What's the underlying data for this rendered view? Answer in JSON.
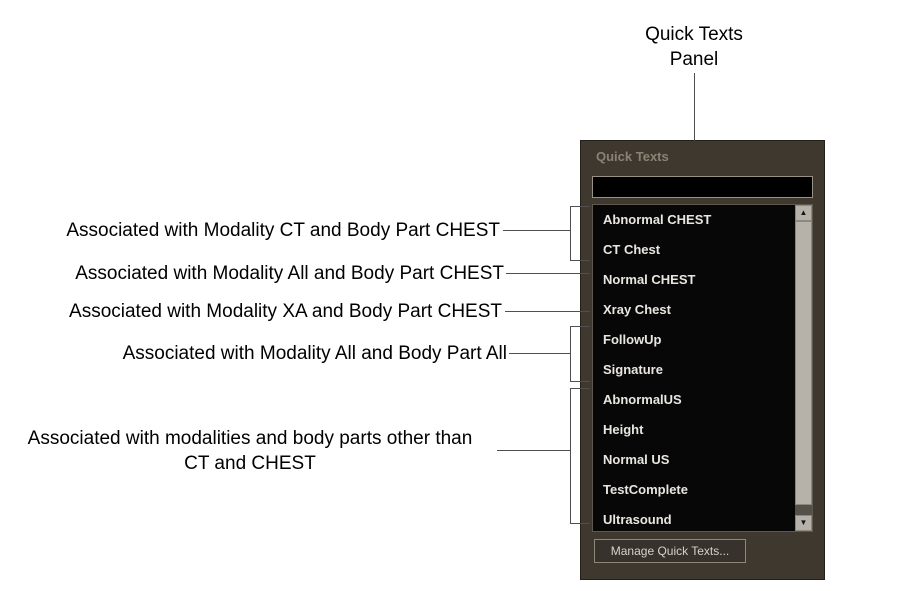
{
  "figure": {
    "pointer_label": {
      "line1": "Quick Texts",
      "line2": "Panel"
    },
    "callouts": [
      {
        "text": "Associated with Modality CT and Body Part CHEST"
      },
      {
        "text": "Associated with Modality All and Body Part CHEST"
      },
      {
        "text": "Associated with Modality XA and Body Part CHEST"
      },
      {
        "text": "Associated with Modality All and Body Part All"
      },
      {
        "line1": "Associated with modalities and body parts other than",
        "line2": "CT and CHEST"
      }
    ]
  },
  "panel": {
    "title": "Quick Texts",
    "search": {
      "value": ""
    },
    "items": [
      "Abnormal CHEST",
      "CT Chest",
      "Normal CHEST",
      "Xray Chest",
      "FollowUp",
      "Signature",
      "AbnormalUS",
      "Height",
      "Normal US",
      "TestComplete",
      "Ultrasound"
    ],
    "manage_button_label": "Manage Quick Texts..."
  },
  "icons": {
    "scroll_up_arrow": "▲",
    "scroll_down_arrow": "▼"
  },
  "colors": {
    "panel_background": "#3e382f",
    "panel_title_text": "#8a8375",
    "list_background": "#070707",
    "list_item_text": "#e9e6e0",
    "button_text": "#d6d2ca",
    "annotation_text": "#000000",
    "connector_line": "#4f4f4f"
  }
}
